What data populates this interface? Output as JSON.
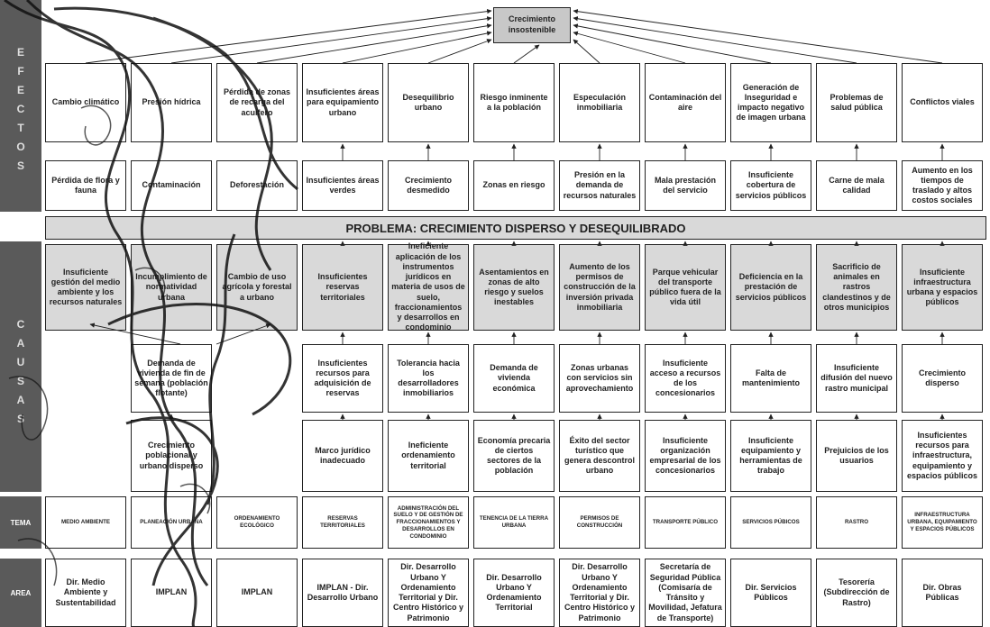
{
  "top_effect": "Crecimiento insostenible",
  "sidebar_effects": "E\nF\nE\nC\nT\nO\nS",
  "sidebar_causes": "C\nA\nU\nS\nA\nS",
  "problem_banner": "PROBLEMA: CRECIMIENTO DISPERSO Y DESEQUILIBRADO",
  "row_label_tema": "TEMA",
  "row_label_area": "AREA",
  "effects_row1": [
    "Cambio climático",
    "Presión hídrica",
    "Pérdida de zonas de recarga del acuífero",
    "Insuficientes áreas para equipamiento urbano",
    "Desequilibrio urbano",
    "Riesgo inminente a la población",
    "Especulación inmobiliaria",
    "Contaminación del aire",
    "Generación de Inseguridad e impacto negativo de imagen urbana",
    "Problemas de salud pública",
    "Conflictos viales"
  ],
  "effects_row2": [
    "Pérdida de flora y fauna",
    "Contaminación",
    "Deforestación",
    "Insuficientes áreas verdes",
    "Crecimiento desmedido",
    "Zonas en riesgo",
    "Presión en la demanda de recursos naturales",
    "Mala prestación del servicio",
    "Insuficiente cobertura de servicios públicos",
    "Carne de mala calidad",
    "Aumento en los tiempos de traslado y altos costos sociales"
  ],
  "causes_row1": [
    "Insuficiente gestión del medio ambiente y los recursos naturales",
    "Incumplimiento de normatividad urbana",
    "Cambio de uso agrícola y forestal a urbano",
    "Insuficientes reservas territoriales",
    "Ineficiente aplicación de los instrumentos jurídicos en materia de usos de suelo, fraccionamientos y desarrollos en condominio",
    "Asentamientos en zonas de alto riesgo y suelos inestables",
    "Aumento de los permisos de construcción de la inversión privada inmobiliaria",
    "Parque vehicular del transporte público fuera de la vida útil",
    "Deficiencia en la prestación de servicios públicos",
    "Sacrificio de animales en rastros clandestinos y de otros municipios",
    "Insuficiente infraestructura urbana y espacios públicos"
  ],
  "causes_row2": [
    "Demanda de vivienda de fin de semana (población flotante)",
    "Insuficientes recursos para adquisición de reservas",
    "Tolerancia hacia los desarrolladores inmobiliarios",
    "Demanda de vivienda económica",
    "Zonas urbanas con servicios sin aprovechamiento",
    "Insuficiente acceso a recursos de los concesionarios",
    "Falta de mantenimiento",
    "Insuficiente difusión del nuevo rastro municipal",
    "Crecimiento disperso"
  ],
  "causes_row3": [
    "Crecimiento poblacional y urbano disperso",
    "Marco jurídico inadecuado",
    "Ineficiente ordenamiento territorial",
    "Economía precaria de ciertos sectores de la población",
    "Éxito del sector turístico que genera descontrol urbano",
    "Insuficiente organización empresarial de los concesionarios",
    "Insuficiente equipamiento y herramientas de trabajo",
    "Prejuicios de los usuarios",
    "Insuficientes recursos para infraestructura, equipamiento y espacios públicos"
  ],
  "tema": [
    "MEDIO AMBIENTE",
    "PLANEACIÓN URBANA",
    "ORDENAMIENTO ECOLÓGICO",
    "RESERVAS TERRITORIALES",
    "ADMINISTRACIÓN DEL SUELO Y DE GESTIÓN DE FRACCIONAMIENTOS Y DESARROLLOS EN CONDOMINIO",
    "TENENCIA DE LA TIERRA URBANA",
    "PERMISOS DE CONSTRUCCIÓN",
    "TRANSPORTE PÚBLICO",
    "SERVICIOS PÚBICOS",
    "RASTRO",
    "INFRAESTRUCTURA URBANA, EQUIPAMIENTO Y ESPACIOS PÚBLICOS"
  ],
  "area": [
    "Dir. Medio Ambiente y Sustentabilidad",
    "IMPLAN",
    "IMPLAN",
    "IMPLAN - Dir. Desarrollo Urbano",
    "Dir. Desarrollo Urbano Y Ordenamiento Territorial y Dir. Centro Histórico y Patrimonio",
    "Dir. Desarrollo Urbano Y Ordenamiento Territorial",
    "Dir. Desarrollo Urbano Y Ordenamiento Territorial y Dir. Centro Histórico y Patrimonio",
    "Secretaría de Seguridad Pública (Comisaría de Tránsito y Movilidad, Jefatura de Transporte)",
    "Dir. Servicios Públicos",
    "Tesorería (Subdirección de Rastro)",
    "Dir. Obras Públicas"
  ],
  "colors": {
    "sidebar": "#5a5a5a",
    "gray_box": "#d9d9d9",
    "line": "#222222"
  }
}
